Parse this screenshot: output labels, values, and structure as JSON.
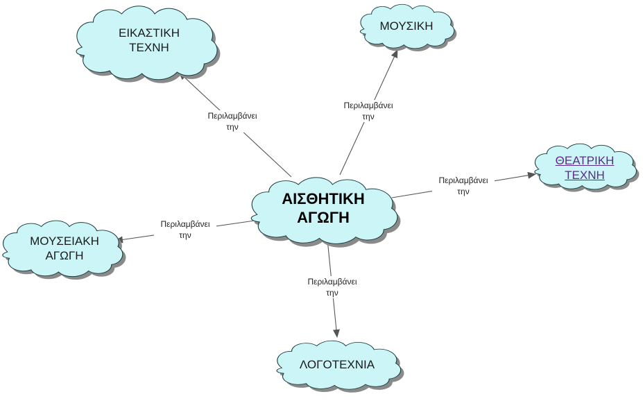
{
  "colors": {
    "cloud_fill": "#ccf5f7",
    "cloud_stroke": "#1a3b3c",
    "cloud_shadow": "#8a8a8a",
    "edge": "#555555",
    "link_text": "#5b2a8a"
  },
  "nodes": {
    "center": {
      "label": "ΑΙΣΘΗΤΙΚΗ\nΑΓΩΓΗ"
    },
    "visual_art": {
      "label": "ΕΙΚΑΣΤΙΚΗ\nΤΕΧΝΗ"
    },
    "music": {
      "label": "ΜΟΥΣΙΚΗ"
    },
    "theatre": {
      "label": "ΘΕΑΤΡΙΚΗ\nΤΕΧΝΗ"
    },
    "museum": {
      "label": "ΜΟΥΣΕΙΑΚΗ\nΑΓΩΓΗ"
    },
    "literature": {
      "label": "ΛΟΓΟΤΕΧΝΙΑ"
    }
  },
  "edges": {
    "to_visual_art": {
      "label": "Περιλαμβάνει\nτην"
    },
    "to_music": {
      "label": "Περιλαμβάνει\nτην"
    },
    "to_theatre": {
      "label": "Περιλαμβάνει\nτην"
    },
    "to_museum": {
      "label": "Περιλαμβάνει\nτην"
    },
    "to_literature": {
      "label": "Περιλαμβάνει\nτην"
    }
  }
}
